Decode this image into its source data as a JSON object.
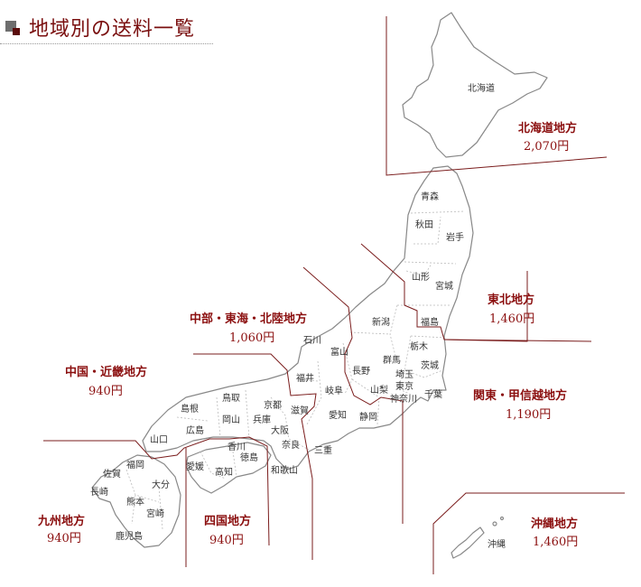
{
  "title": "地域別の送料一覧",
  "colors": {
    "accent": "#8b0f0f",
    "title": "#7a0f0f",
    "outline": "#888888",
    "pref_border": "#bbbbbb"
  },
  "regions": {
    "hokkaido": {
      "name": "北海道地方",
      "fee": "2,070円"
    },
    "tohoku": {
      "name": "東北地方",
      "fee": "1,460円"
    },
    "chubu": {
      "name": "中部・東海・北陸地方",
      "fee": "1,060円"
    },
    "kanto": {
      "name": "関東・甲信越地方",
      "fee": "1,190円"
    },
    "chugoku": {
      "name": "中国・近畿地方",
      "fee": "940円"
    },
    "kyushu": {
      "name": "九州地方",
      "fee": "940円"
    },
    "shikoku": {
      "name": "四国地方",
      "fee": "940円"
    },
    "okinawa": {
      "name": "沖縄地方",
      "fee": "1,460円"
    }
  },
  "prefectures": {
    "hokkaido": "北海道",
    "aomori": "青森",
    "akita": "秋田",
    "iwate": "岩手",
    "yamagata": "山形",
    "miyagi": "宮城",
    "fukushima": "福島",
    "niigata": "新潟",
    "ishikawa": "石川",
    "toyama": "富山",
    "fukui": "福井",
    "nagano": "長野",
    "gifu": "岐阜",
    "aichi": "愛知",
    "shizuoka": "静岡",
    "yamanashi": "山梨",
    "tochigi": "栃木",
    "gunma": "群馬",
    "ibaraki": "茨城",
    "saitama": "埼玉",
    "tokyo": "東京",
    "kanagawa": "神奈川",
    "chiba": "千葉",
    "kyoto": "京都",
    "shiga": "滋賀",
    "osaka": "大阪",
    "hyogo": "兵庫",
    "nara": "奈良",
    "mie": "三重",
    "wakayama": "和歌山",
    "tottori": "鳥取",
    "shimane": "島根",
    "okayama": "岡山",
    "hiroshima": "広島",
    "yamaguchi": "山口",
    "kagawa": "香川",
    "tokushima": "徳島",
    "ehime": "愛媛",
    "kochi": "高知",
    "fukuoka": "福岡",
    "saga": "佐賀",
    "nagasaki": "長崎",
    "oita": "大分",
    "kumamoto": "熊本",
    "miyazaki": "宮崎",
    "kagoshima": "鹿児島",
    "okinawa": "沖縄"
  }
}
